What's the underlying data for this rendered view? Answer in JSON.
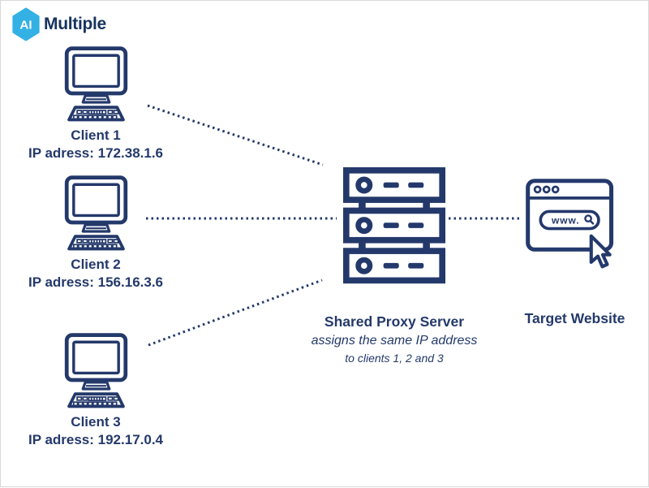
{
  "colors": {
    "navy": "#24396b",
    "logo_blue": "#33b1e4",
    "background": "#ffffff"
  },
  "logo": {
    "hex_label": "AI",
    "brand": "Multiple"
  },
  "clients": [
    {
      "label": "Client 1",
      "ip": "IP adress: 172.38.1.6"
    },
    {
      "label": "Client 2",
      "ip": "IP adress: 156.16.3.6"
    },
    {
      "label": "Client 3",
      "ip": "IP adress: 192.17.0.4"
    }
  ],
  "proxy": {
    "title": "Shared Proxy Server",
    "subtitle_line1": "assigns the same IP address",
    "subtitle_line2": "to clients 1, 2 and 3"
  },
  "website": {
    "title": "Target Website",
    "address_text": "www."
  },
  "icons": {
    "logo": "hexagon-logo-icon",
    "client": "desktop-computer-icon",
    "proxy": "server-rack-icon",
    "website": "browser-window-icon",
    "search": "magnifier-icon",
    "cursor": "mouse-cursor-icon",
    "links": "dotted-connection-lines"
  }
}
